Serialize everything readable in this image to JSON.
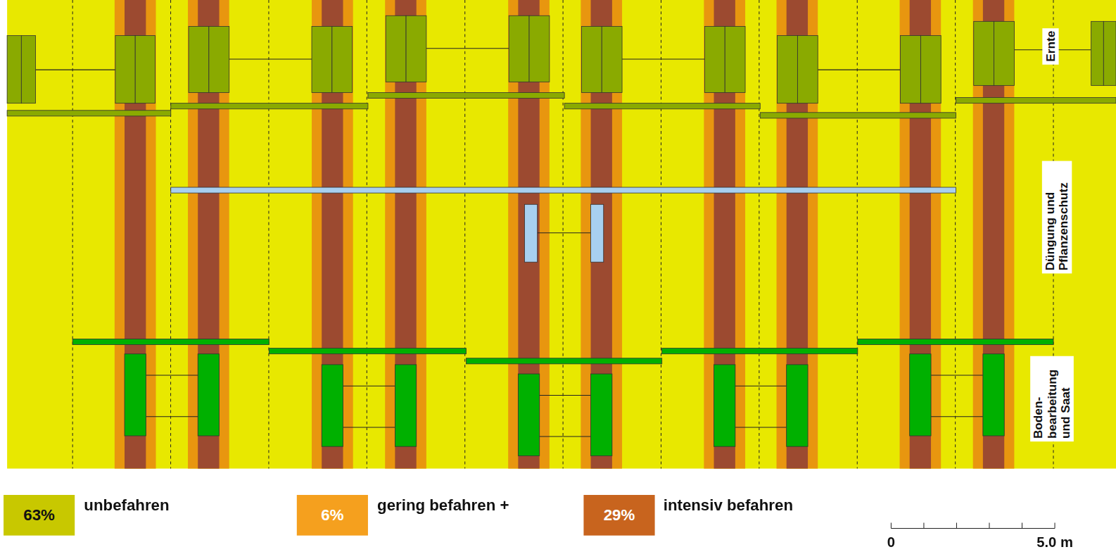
{
  "diagram": {
    "labels": [
      "Ernte",
      "Düngung und Pflanzenschutz",
      "Boden- bearbeitung und Saat",
      "63%",
      "6%",
      "29%",
      "0",
      "5.0 m"
    ],
    "legend": [
      {
        "text": "unbefahren",
        "color": "#c8c800"
      },
      {
        "text": "gering befahren +",
        "color": "#f5a01e"
      },
      {
        "text": "intensiv befahren",
        "color": "#c8641e"
      }
    ]
  }
}
